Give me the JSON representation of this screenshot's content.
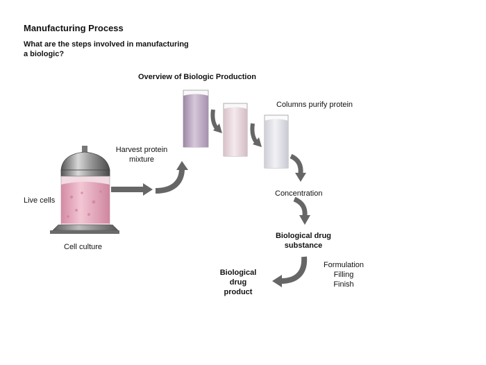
{
  "heading": "Manufacturing Process",
  "question_lines": [
    "What are the steps involved in manufacturing",
    "a biologic?"
  ],
  "overview_title": "Overview of Biologic Production",
  "labels": {
    "harvest": [
      "Harvest protein",
      "mixture"
    ],
    "columns": "Columns purify protein",
    "live_cells": "Live cells",
    "cell_culture": "Cell culture",
    "concentration": "Concentration",
    "substance": [
      "Biological drug",
      "substance"
    ],
    "steps": [
      "Formulation",
      "Filling",
      "Finish"
    ],
    "product": [
      "Biological",
      "drug",
      "product"
    ]
  },
  "colors": {
    "arrow": "#666666",
    "liquid_pink": "#e6a9bd",
    "column1_liquid": "#b8a3bf",
    "column2_liquid": "#e8d6dc",
    "column3_liquid": "#dedee6",
    "metal": "#8a8a8a"
  }
}
